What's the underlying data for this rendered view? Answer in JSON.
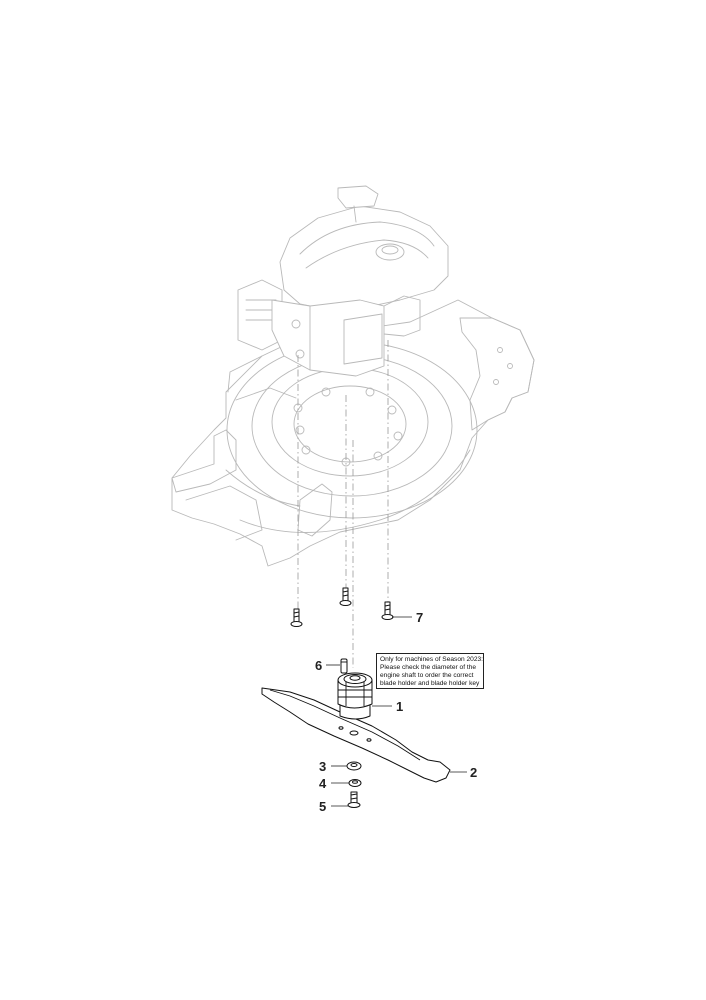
{
  "note": {
    "lines": [
      "Only for machines of Season 2023:",
      "Please check the diameter of the",
      "engine shaft to order the correct",
      "blade holder and blade holder key"
    ]
  },
  "callouts": {
    "blade_holder": "1",
    "blade": "2",
    "washer_cup": "3",
    "washer": "4",
    "blade_bolt": "5",
    "blade_holder_key": "6",
    "deck_screw": "7"
  }
}
